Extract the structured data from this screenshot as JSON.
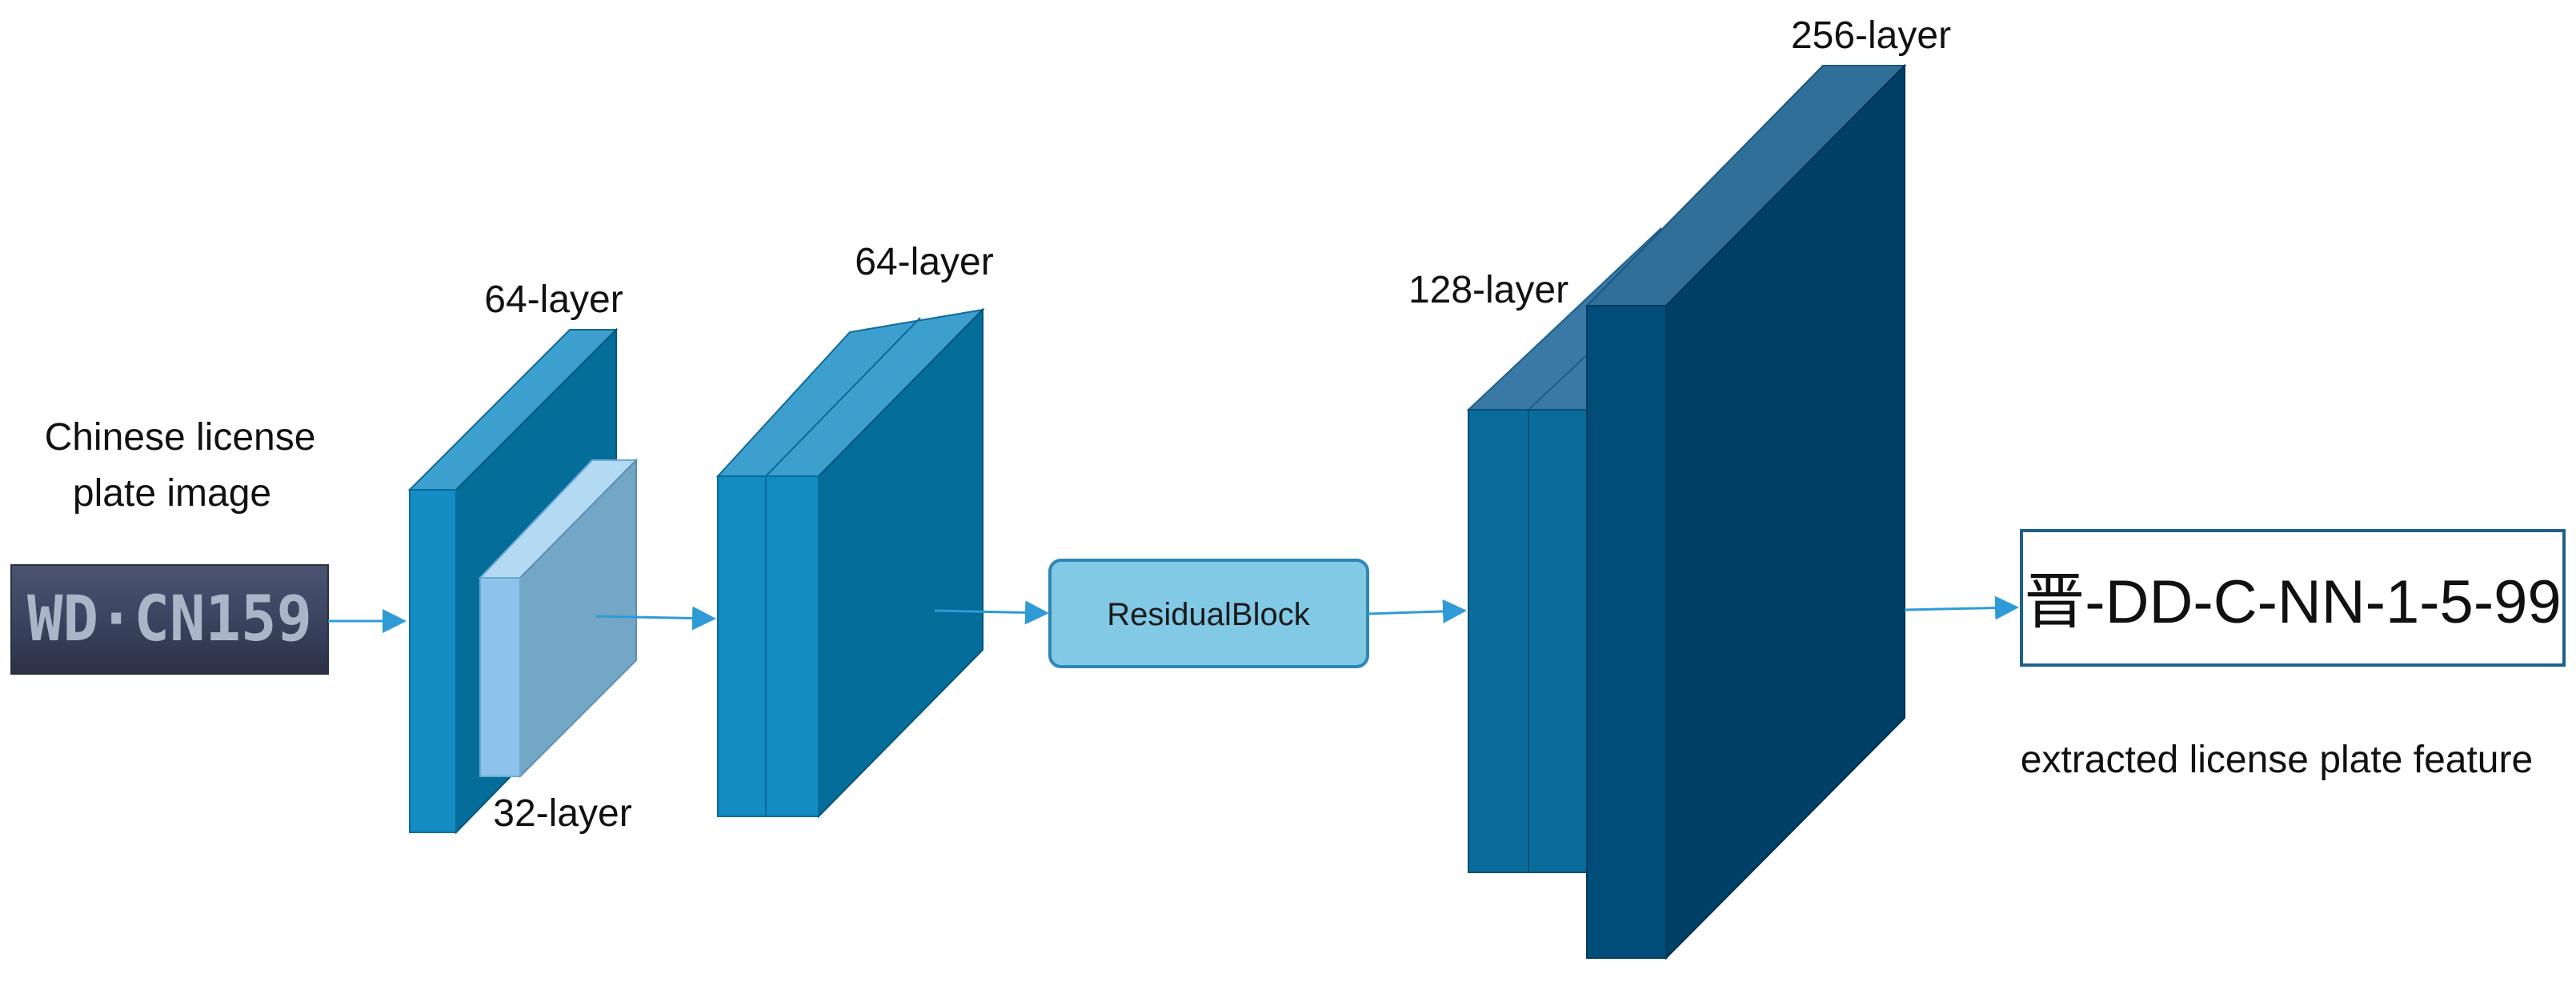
{
  "labels": {
    "input_image": [
      "Chinese license",
      "plate image"
    ],
    "layer_64_first": "64-layer",
    "layer_32": "32-layer",
    "layer_64_second": "64-layer",
    "layer_128": "128-layer",
    "layer_256": "256-layer",
    "extracted_feature": "extracted license plate feature"
  },
  "residual_block": {
    "label": "ResidualBlock"
  },
  "plate": {
    "text": "WD·CN159"
  },
  "output": {
    "text": "晋-DD-C-NN-1-5-99"
  },
  "colors": {
    "arrow": "#2e9bd6",
    "block_light_blue": "#138bc3",
    "block_mid_blue": "#04709e",
    "block_dark_blue": "#004d7a",
    "block_pale": "#8dc3ea",
    "residual_fill": "#82c9e6",
    "residual_stroke": "#2e86b5",
    "output_stroke": "#1f5f8a",
    "plate_background": "#3e4660"
  }
}
